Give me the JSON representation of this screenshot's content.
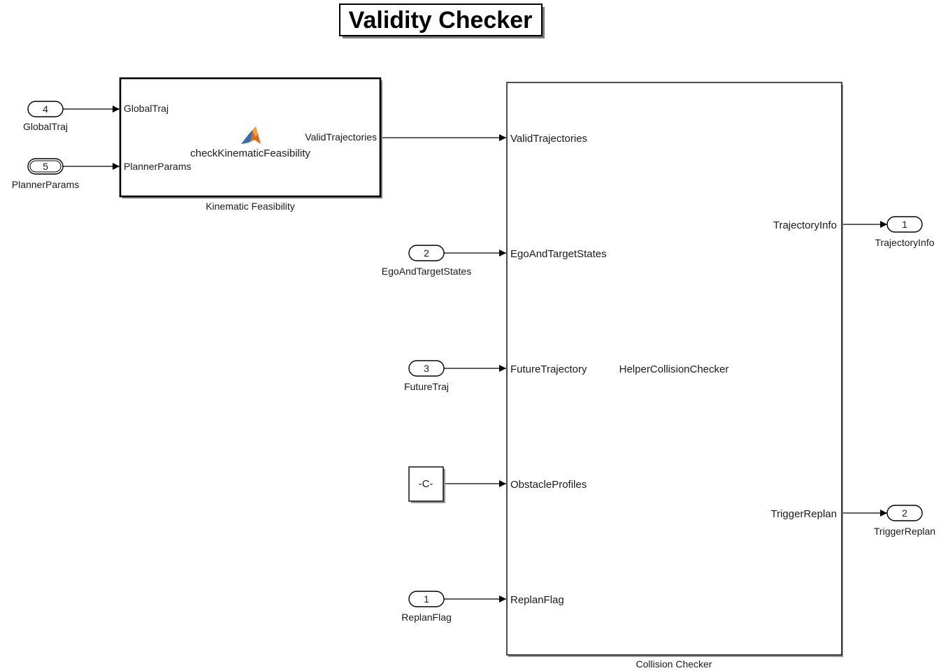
{
  "title": "Validity Checker",
  "inports": [
    {
      "number": "4",
      "label": "GlobalTraj"
    },
    {
      "number": "5",
      "label": "PlannerParams"
    },
    {
      "number": "2",
      "label": "EgoAndTargetStates"
    },
    {
      "number": "3",
      "label": "FutureTraj"
    },
    {
      "number": "1",
      "label": "ReplanFlag"
    }
  ],
  "outports": [
    {
      "number": "1",
      "label": "TrajectoryInfo"
    },
    {
      "number": "2",
      "label": "TriggerReplan"
    }
  ],
  "constant_block": {
    "value": "-C-"
  },
  "kinematic_block": {
    "name": "Kinematic Feasibility",
    "function": "checkKinematicFeasibility",
    "icon": "matlab-function-icon",
    "inputs": [
      "GlobalTraj",
      "PlannerParams"
    ],
    "outputs": [
      "ValidTrajectories"
    ]
  },
  "collision_block": {
    "name": "Collision Checker",
    "function": "HelperCollisionChecker",
    "inputs": [
      "ValidTrajectories",
      "EgoAndTargetStates",
      "FutureTrajectory",
      "ObstacleProfiles",
      "ReplanFlag"
    ],
    "outputs": [
      "TrajectoryInfo",
      "TriggerReplan"
    ]
  }
}
